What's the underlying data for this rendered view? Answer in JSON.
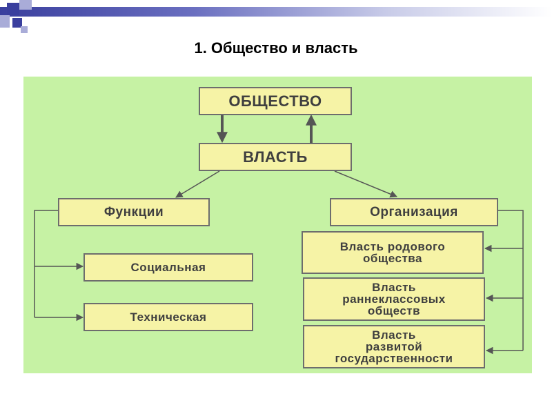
{
  "slide": {
    "title": "1. Общество и власть"
  },
  "diagram": {
    "society": "ОБЩЕСТВО",
    "power": "ВЛАСТЬ",
    "functions": {
      "label": "Функции",
      "items": [
        "Социальная",
        "Техническая"
      ]
    },
    "organization": {
      "label": "Организация",
      "items": [
        "Власть родового\nобщества",
        "Власть\nраннеклассовых\nобществ",
        "Власть\nразвитой\nгосударственности"
      ]
    }
  },
  "colors": {
    "panel": "#c6f2a4",
    "box": "#f6f3a6",
    "box_border": "#6d6d6d",
    "arrows": "#555555",
    "band": "#3a3f9e"
  }
}
